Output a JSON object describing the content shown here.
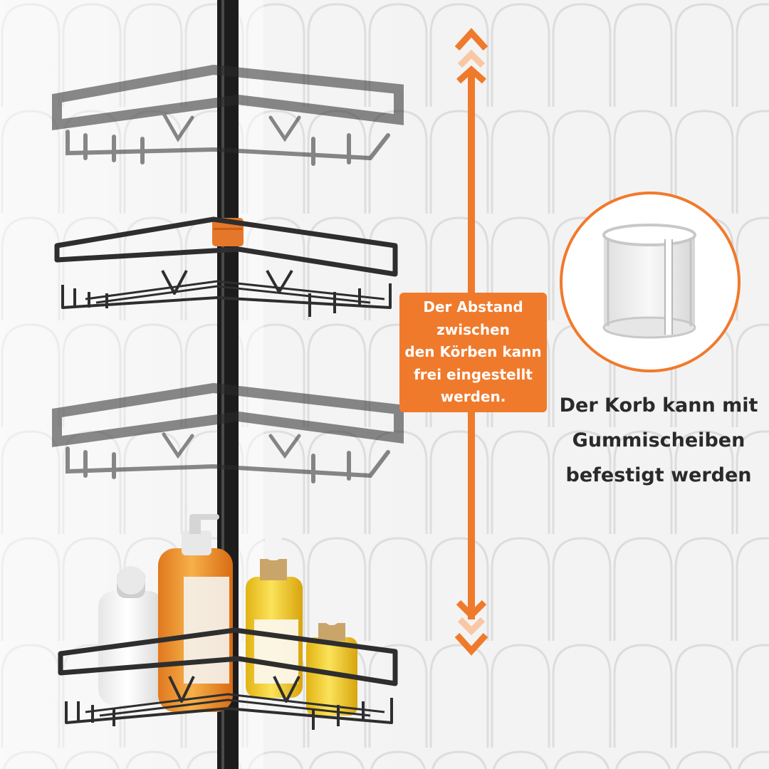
{
  "callout": {
    "text": "Der Abstand\nzwischen\nden Körben kann\nfrei eingestellt\nwerden."
  },
  "caption": {
    "text": "Der Korb kann mit\nGummischeiben\nbefestigt werden"
  },
  "icons": {
    "adjust_arrow": "double-headed-vertical-arrow",
    "rubber_washer": "split-rubber-sleeve"
  },
  "colors": {
    "accent": "#f07a2c",
    "accent_light": "#f9c7a3",
    "metal": "#2b2b2b",
    "tile": "#f1f1f1",
    "text": "#2a2a2a"
  }
}
